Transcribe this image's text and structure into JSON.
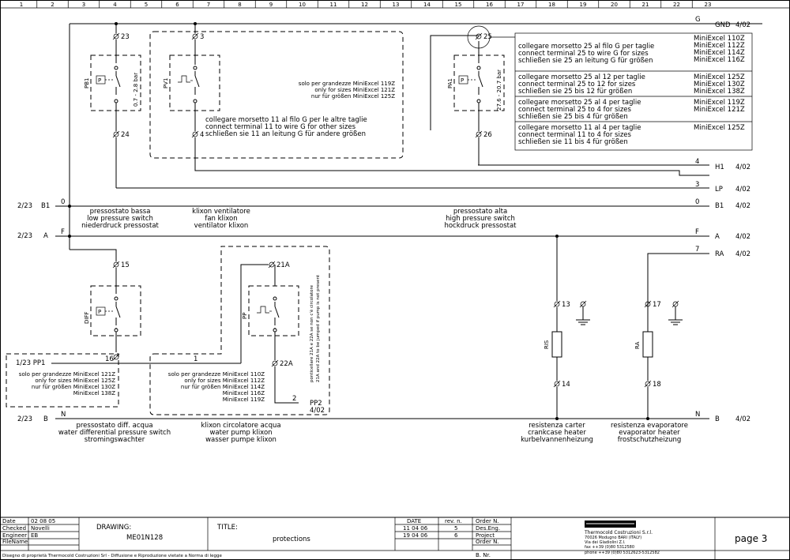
{
  "ruler": [
    "1",
    "2",
    "3",
    "4",
    "5",
    "6",
    "7",
    "8",
    "9",
    "10",
    "11",
    "12",
    "13",
    "14",
    "15",
    "16",
    "17",
    "18",
    "19",
    "20",
    "21",
    "22",
    "23"
  ],
  "rails": {
    "gnd_num": "G",
    "gnd_label": "GND",
    "gnd_ref": "4/02",
    "h1_num": "4",
    "h1_label": "H1",
    "h1_ref": "4/02",
    "lp_num": "3",
    "lp_label": "LP",
    "lp_ref": "4/02",
    "b1_left_ref": "2/23",
    "b1_left": "B1",
    "b1_num": "0",
    "b1_right_num": "0",
    "b1_label": "B1",
    "b1_ref": "4/02",
    "a_left_ref": "2/23",
    "a_left": "A",
    "a_num": "F",
    "a_right_num": "F",
    "a_label": "A",
    "a_ref": "4/02",
    "ra_num": "7",
    "ra_label": "RA",
    "ra_ref": "4/02",
    "b_left_ref": "2/23",
    "b_left": "B",
    "b_num": "N",
    "b_right_num": "N",
    "b_label": "B",
    "b_ref": "4/02",
    "pp1_left": "1/23 PP1",
    "pp1_num": "16",
    "pp1_num2": "1",
    "pp2_num": "2",
    "pp2_label": "PP2",
    "pp2_ref": "4/02"
  },
  "terminals": {
    "t23": "23",
    "t3": "3",
    "t24": "24",
    "t4": "4",
    "t25": "25",
    "t26": "26",
    "t15": "15",
    "t16": "16",
    "t21a": "21A",
    "t22a": "22A",
    "t13": "13",
    "t14": "14",
    "t17": "17",
    "t18": "18"
  },
  "components": {
    "pb1": "PB1",
    "pb1_range": "0.7 - 2.8 bar",
    "pv1": "PV1",
    "pa1": "PA1",
    "pa1_range": "27.6 - 20.7 bar",
    "diff": "DIFF",
    "pp": "PP",
    "ris": "RIS",
    "ra": "RA",
    "p": "P"
  },
  "notes": {
    "pv1_note": [
      "solo per grandezze MiniExcel 119Z",
      "only for sizes MiniExcel 121Z",
      "nur für größen MiniExcel 125Z"
    ],
    "wire_note": [
      "collegare morsetto 11 al filo G per le altre taglie",
      "connect terminal 11 to wire G for other sizes",
      "schließen sie 11 an leitung G für andere größen"
    ],
    "box1_left": [
      "collegare morsetto 25 al filo G per taglie",
      "connect terminal 25 to wire G for sizes",
      "schließen sie 25 an leitung G für größen"
    ],
    "box1_right": [
      "MiniExcel 110Z",
      "MiniExcel 112Z",
      "MiniExcel 114Z",
      "MiniExcel 116Z"
    ],
    "box2_left": [
      "collegare morsetto 25 al 12 per taglie",
      "connect terminal 25 to 12 for sizes",
      "schließen sie 25 bis 12 für größen"
    ],
    "box2_right": [
      "MiniExcel 125Z",
      "MiniExcel 130Z",
      "MiniExcel 138Z"
    ],
    "box3_left": [
      "collegare morsetto 25 al 4 per taglie",
      "connect terminal 25 to 4 for sizes",
      "schließen sie 25 bis 4 für größen"
    ],
    "box3_right": [
      "MiniExcel 119Z",
      "MiniExcel 121Z"
    ],
    "box4_left": [
      "collegare morsetto 11 al 4 per taglie",
      "connect terminal 11 to 4 for sizes",
      "schließen sie 11 bis 4 für größen"
    ],
    "box4_right": [
      "MiniExcel 125Z"
    ],
    "pp1_sizes": [
      "solo per grandezze MiniExcel 121Z",
      "only for sizes MiniExcel 125Z",
      "nur für größen MiniExcel 130Z",
      "MiniExcel 138Z"
    ],
    "pump_sizes": [
      "solo per grandezze MiniExcel 110Z",
      "only for sizes MiniExcel 112Z",
      "nur für größen MiniExcel 114Z",
      "MiniExcel 116Z",
      "MiniExcel 119Z"
    ],
    "pump_jumper": [
      "ponticellare 21A e 22A se non c'è circolatore",
      "21A and 22A to be jumped if pump is not present"
    ]
  },
  "captions": {
    "lp_switch": [
      "pressostato bassa",
      "low pressure switch",
      "niederdruck pressostat"
    ],
    "fan_klixon": [
      "klixon ventilatore",
      "fan klixon",
      "ventilator klixon"
    ],
    "hp_switch": [
      "pressostato alta",
      "high pressure switch",
      "hockdruck pressostat"
    ],
    "water_diff": [
      "pressostato diff. acqua",
      "water differential pressure switch",
      "stromingswachter"
    ],
    "pump_klixon": [
      "klixon circolatore acqua",
      "water pump klixon",
      "wasser pumpe klixon"
    ],
    "crankcase": [
      "resistenza carter",
      "crankcase heater",
      "kurbelvannenheizung"
    ],
    "evaporator": [
      "resistenza evaporatore",
      "evaporator heater",
      "frostschutzheizung"
    ]
  },
  "titleblock": {
    "date_label": "Date",
    "date_value": "02 08 05",
    "checked_label": "Checked",
    "checked_value": "Novelli",
    "engineer_label": "Engineer",
    "engineer_value": "EB",
    "filename_label": "FileName",
    "drawing_label": "DRAWING:",
    "drawing_value": "ME01N128",
    "title_label": "TITLE:",
    "title_value": "protections",
    "date_col": "DATE",
    "rev_col": "rev. n.",
    "rev1_date": "11 04 06",
    "rev1_n": "5",
    "rev2_date": "19 04 06",
    "rev2_n": "6",
    "order_n": "Order N.",
    "des_eng": "Des.Eng.",
    "project": "Project",
    "order_n2": "Order N.",
    "b_nr": "B. Nr.",
    "company": "Thermocold Costruzioni S.r.l.",
    "address1": "70026 Modugno BARI (ITALY)",
    "address2": "Via dei Gladiolini Z.I.",
    "fax": "fax ++39 (0)80 5312580",
    "phone": "phone ++39 (0)80 5312623-5312582",
    "page": "page 3",
    "footer": "Disegno di proprietà Thermocold Costruzioni Srl - Diffusione e Riproduzione vietate a Norma di legge"
  }
}
